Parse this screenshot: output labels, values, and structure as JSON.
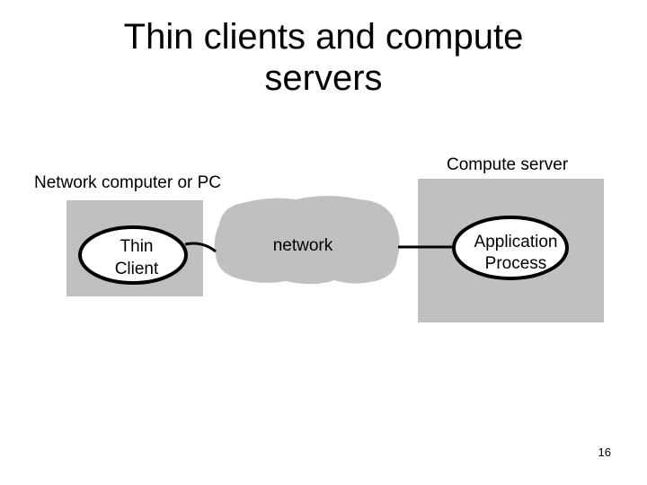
{
  "slide": {
    "title_line1": "Thin clients and compute",
    "title_line2": "servers",
    "page_number": "16"
  },
  "diagram": {
    "client_side_label": "Network computer or PC",
    "server_side_label": "Compute server",
    "thin_client_line1": "Thin",
    "thin_client_line2": "Client",
    "network_label": "network",
    "app_process_line1": "Application",
    "app_process_line2": "Process"
  },
  "colors": {
    "box_fill": "#c0c0c0",
    "node_fill": "#ffffff",
    "outline": "#000000"
  }
}
